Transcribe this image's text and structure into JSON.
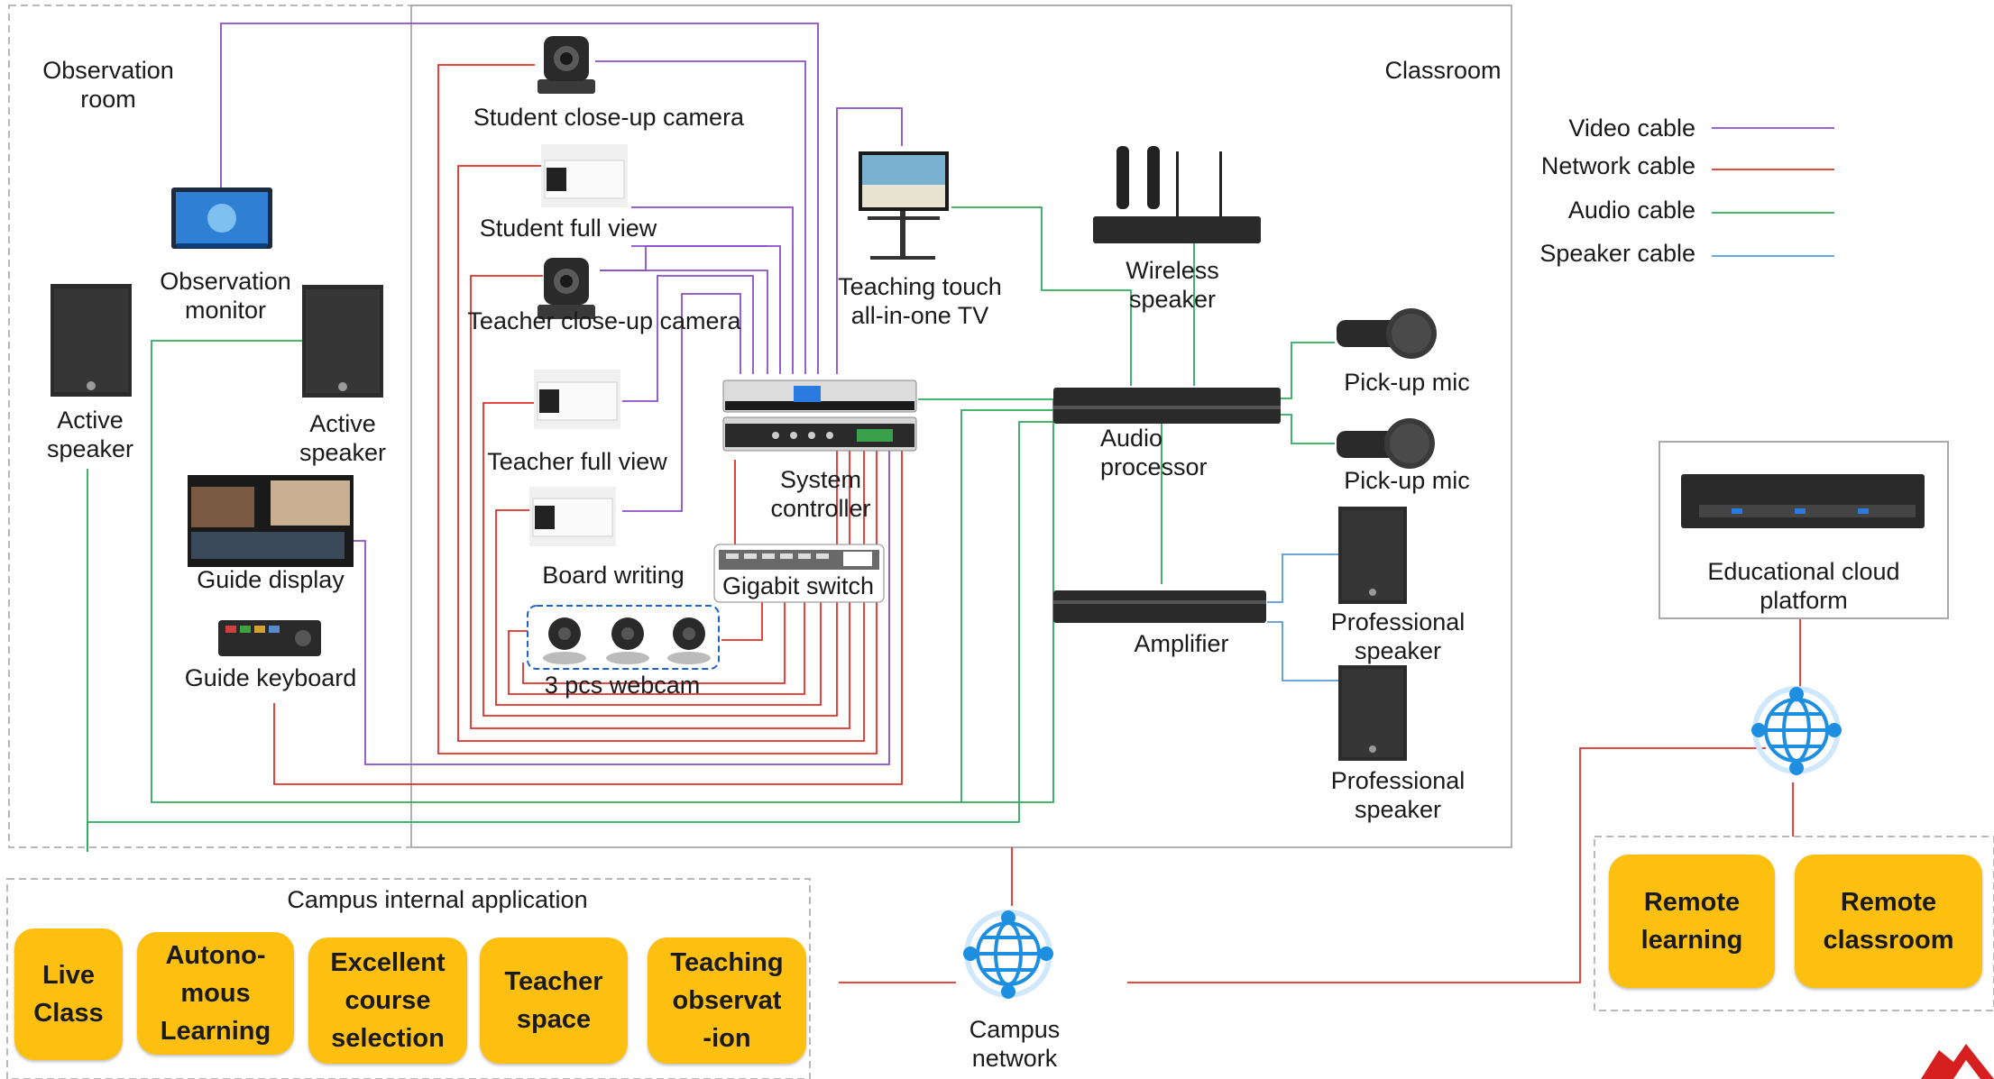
{
  "areas": {
    "observation_room": "Observation\nroom",
    "classroom": "Classroom",
    "campus_internal": "Campus internal application"
  },
  "legend": [
    {
      "label": "Video cable",
      "color": "#8b4fc8"
    },
    {
      "label": "Network cable",
      "color": "#e0302a"
    },
    {
      "label": "Audio cable",
      "color": "#2eaa5e"
    },
    {
      "label": "Speaker cable",
      "color": "#5a9ad8"
    }
  ],
  "devices": {
    "observation_monitor": "Observation\nmonitor",
    "active_speaker_left": "Active\nspeaker",
    "active_speaker_right": "Active\nspeaker",
    "guide_display": "Guide display",
    "guide_keyboard": "Guide keyboard",
    "student_closeup_camera": "Student close-up camera",
    "student_full_view": "Student full view",
    "teacher_closeup_camera": "Teacher close-up camera",
    "teacher_full_view": "Teacher full view",
    "board_writing": "Board writing",
    "webcam": "3 pcs webcam",
    "system_controller": "System\ncontroller",
    "gigabit_switch": "Gigabit switch",
    "teaching_tv": "Teaching touch\nall-in-one TV",
    "wireless_speaker": "Wireless\nspeaker",
    "audio_processor": "Audio\nprocessor",
    "pickup_mic_1": "Pick-up mic",
    "pickup_mic_2": "Pick-up mic",
    "amplifier": "Amplifier",
    "professional_speaker_1": "Professional\nspeaker",
    "professional_speaker_2": "Professional\nspeaker",
    "cloud_platform": "Educational cloud\nplatform",
    "campus_network": "Campus\nnetwork"
  },
  "campus_apps": [
    "Live\nClass",
    "Autono-\nmous\nLearning",
    "Excellent\ncourse\nselection",
    "Teacher\nspace",
    "Teaching\nobservat\n-ion"
  ],
  "remote_apps": [
    "Remote\nlearning",
    "Remote\nclassroom"
  ],
  "colors": {
    "video": "#8b4fc8",
    "network": "#e0302a",
    "audio": "#2eaa5e",
    "speaker": "#5a9ad8",
    "app_box": "#fdc010",
    "globe": "#1e8fe0"
  }
}
